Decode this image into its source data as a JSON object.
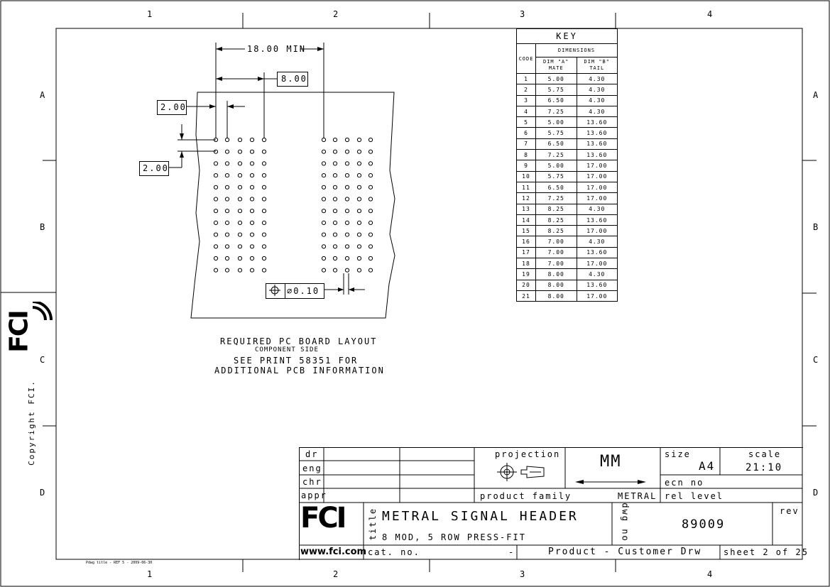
{
  "border": {
    "top_zones": [
      "1",
      "2",
      "3",
      "4"
    ],
    "bottom_zones": [
      "1",
      "2",
      "3",
      "4"
    ],
    "side_rows": [
      "A",
      "B",
      "C",
      "D"
    ]
  },
  "copyright": "Copyright FCI.",
  "logo_text": "FCI",
  "footer_note": "Pdwg title - REF 5 - 2009-06-30",
  "dimensions": {
    "min_span": "18.00 MIN",
    "pitch_8": "8.00",
    "pitch_2_h": "2.00",
    "pitch_2_v": "2.00",
    "tolerance": "∅0.10"
  },
  "notes": {
    "line1": "REQUIRED PC BOARD LAYOUT",
    "line2": "COMPONENT SIDE",
    "line3": "SEE PRINT 58351 FOR",
    "line4": "ADDITIONAL PCB INFORMATION"
  },
  "key_table": {
    "title": "KEY",
    "code_header": "CODE",
    "dim_header": "DIMENSIONS",
    "col_a": "DIM \"A\" MATE",
    "col_b": "DIM \"B\" TAIL",
    "rows": [
      [
        "1",
        "5.00",
        "4.30"
      ],
      [
        "2",
        "5.75",
        "4.30"
      ],
      [
        "3",
        "6.50",
        "4.30"
      ],
      [
        "4",
        "7.25",
        "4.30"
      ],
      [
        "5",
        "5.00",
        "13.60"
      ],
      [
        "6",
        "5.75",
        "13.60"
      ],
      [
        "7",
        "6.50",
        "13.60"
      ],
      [
        "8",
        "7.25",
        "13.60"
      ],
      [
        "9",
        "5.00",
        "17.00"
      ],
      [
        "10",
        "5.75",
        "17.00"
      ],
      [
        "11",
        "6.50",
        "17.00"
      ],
      [
        "12",
        "7.25",
        "17.00"
      ],
      [
        "13",
        "8.25",
        "4.30"
      ],
      [
        "14",
        "8.25",
        "13.60"
      ],
      [
        "15",
        "8.25",
        "17.00"
      ],
      [
        "16",
        "7.00",
        "4.30"
      ],
      [
        "17",
        "7.00",
        "13.60"
      ],
      [
        "18",
        "7.00",
        "17.00"
      ],
      [
        "19",
        "8.00",
        "4.30"
      ],
      [
        "20",
        "8.00",
        "13.60"
      ],
      [
        "21",
        "8.00",
        "17.00"
      ]
    ]
  },
  "title_block": {
    "dr": "dr",
    "eng": "eng",
    "chr": "chr",
    "appr": "appr",
    "projection": "projection",
    "units": "MM",
    "size_label": "size",
    "size": "A4",
    "scale_label": "scale",
    "scale": "21:10",
    "ecn_label": "ecn no",
    "rel_label": "rel level",
    "product_family_label": "product family",
    "product_family": "METRAL",
    "title_label": "title",
    "title": "METRAL SIGNAL HEADER",
    "subtitle": "8 MOD, 5 ROW PRESS-FIT",
    "dwg_label": "dwg no",
    "dwg_no": "89009",
    "rev_label": "rev",
    "website": "www.fci.com",
    "cat_label": "cat. no.",
    "cat_value": "-",
    "drw_type": "Product - Customer Drw",
    "sheet": "sheet 2 of 25"
  }
}
